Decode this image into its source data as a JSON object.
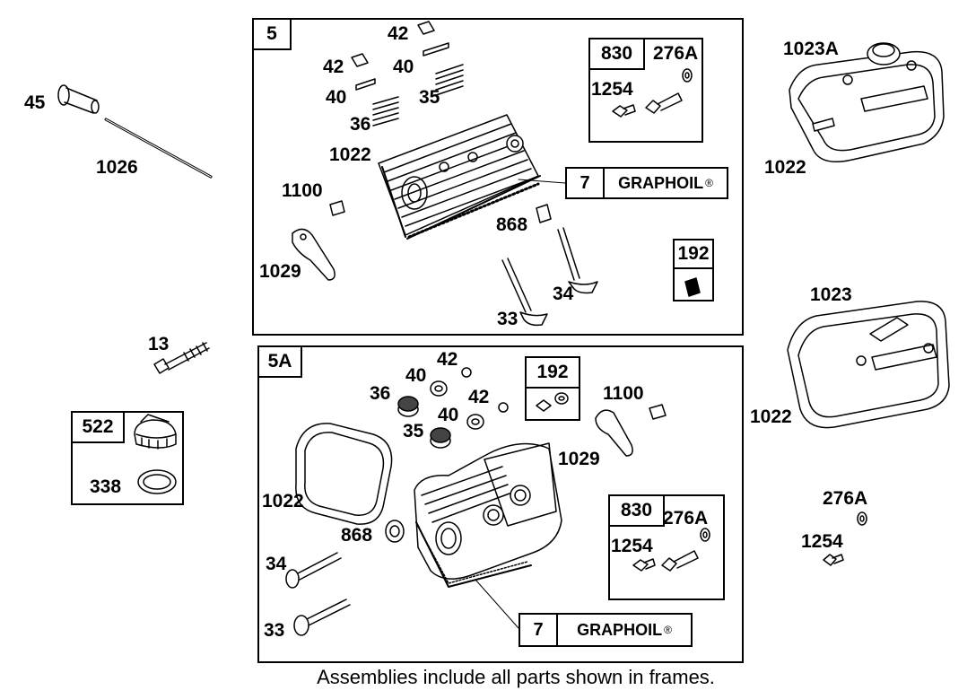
{
  "labels": {
    "p45": "45",
    "p1026": "1026",
    "p13": "13",
    "p522": "522",
    "p338": "338",
    "p1023a": "1023A",
    "p1022a": "1022",
    "p1023": "1023",
    "p1022b": "1022",
    "p276a_loose": "276A",
    "p1254_loose": "1254",
    "f5_tag": "5",
    "f5_42a": "42",
    "f5_42b": "42",
    "f5_40a": "40",
    "f5_40b": "40",
    "f5_35": "35",
    "f5_36": "36",
    "f5_1022": "1022",
    "f5_1100": "1100",
    "f5_1029": "1029",
    "f5_868": "868",
    "f5_33": "33",
    "f5_34": "34",
    "f5_830": "830",
    "f5_276a": "276A",
    "f5_1254": "1254",
    "f5_7": "7",
    "f5_graphoil": "GRAPHOIL",
    "f5_192": "192",
    "f5a_tag": "5A",
    "f5a_42a": "42",
    "f5a_42b": "42",
    "f5a_40a": "40",
    "f5a_40b": "40",
    "f5a_36": "36",
    "f5a_35": "35",
    "f5a_1022": "1022",
    "f5a_868": "868",
    "f5a_34": "34",
    "f5a_33": "33",
    "f5a_1100": "1100",
    "f5a_1029": "1029",
    "f5a_192": "192",
    "f5a_830": "830",
    "f5a_276a": "276A",
    "f5a_1254": "1254",
    "f5a_7": "7",
    "f5a_graphoil": "GRAPHOIL"
  },
  "registered_mark": "®",
  "caption": "Assemblies include all parts shown in frames."
}
